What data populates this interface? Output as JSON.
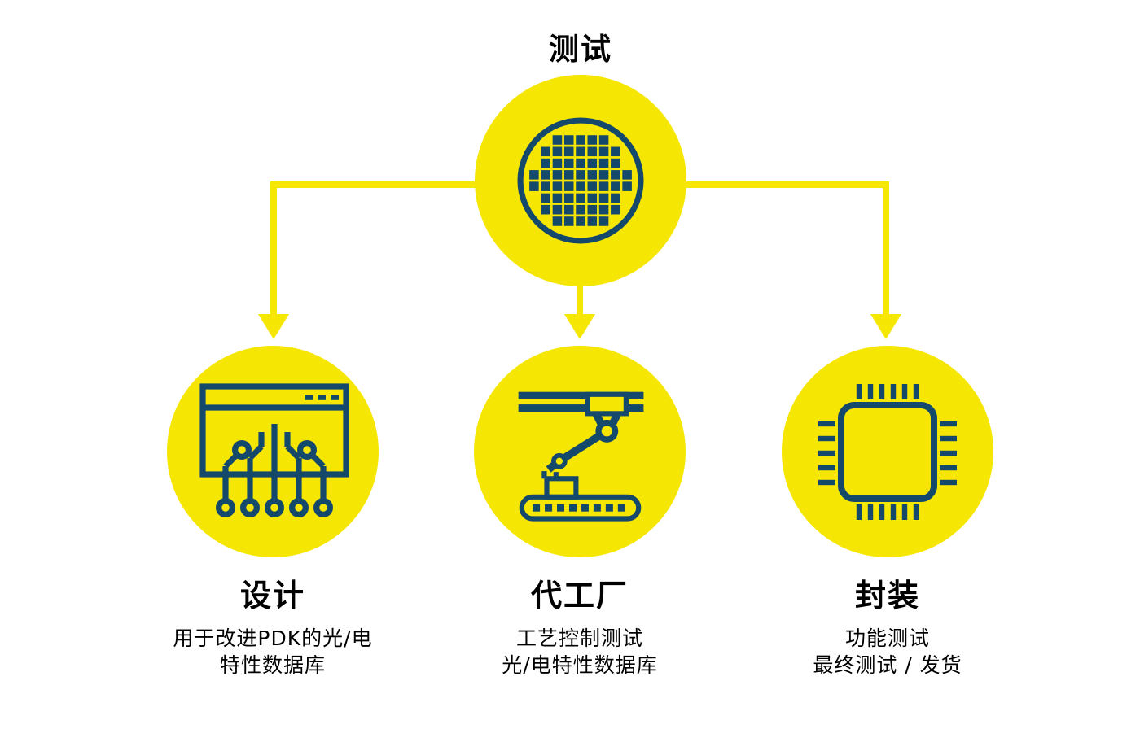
{
  "colors": {
    "yellow": "#F6E603",
    "navy": "#15496C",
    "text": "#000000",
    "background": "#FFFFFF"
  },
  "top_node": {
    "title": "测试",
    "icon": "wafer-icon"
  },
  "nodes": [
    {
      "id": "design",
      "title": "设计",
      "icon": "circuit-board-icon",
      "lines": [
        "用于改进PDK的光/电",
        "特性数据库"
      ]
    },
    {
      "id": "foundry",
      "title": "代工厂",
      "icon": "robot-arm-icon",
      "lines": [
        "工艺控制测试",
        "光/电特性数据库"
      ]
    },
    {
      "id": "packaging",
      "title": "封装",
      "icon": "chip-icon",
      "lines": [
        "功能测试",
        "最终测试 / 发货"
      ]
    }
  ]
}
